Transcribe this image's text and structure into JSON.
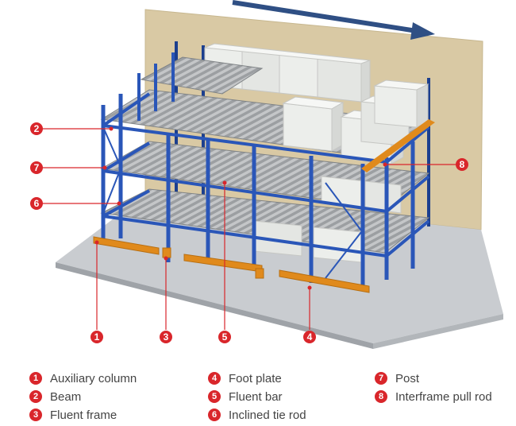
{
  "diagram": {
    "colors": {
      "upright_blue": "#2a56b8",
      "upright_dark": "#1c3f8e",
      "base_orange": "#e08a1c",
      "roller_grey": "#a7a9ab",
      "wall": "#d9c9a4",
      "floor": "#c9ccd0",
      "box": "#e8e9e6",
      "marker_red": "#d9262b"
    },
    "callouts": [
      {
        "number": "1"
      },
      {
        "number": "2"
      },
      {
        "number": "3"
      },
      {
        "number": "4"
      },
      {
        "number": "5"
      },
      {
        "number": "6"
      },
      {
        "number": "7"
      },
      {
        "number": "8"
      }
    ]
  },
  "legend": [
    {
      "number": "1",
      "label": "Auxiliary column"
    },
    {
      "number": "2",
      "label": "Beam"
    },
    {
      "number": "3",
      "label": "Fluent frame"
    },
    {
      "number": "4",
      "label": "Foot plate"
    },
    {
      "number": "5",
      "label": "Fluent bar"
    },
    {
      "number": "6",
      "label": "Inclined tie rod"
    },
    {
      "number": "7",
      "label": "Post"
    },
    {
      "number": "8",
      "label": "Interframe pull rod"
    }
  ]
}
